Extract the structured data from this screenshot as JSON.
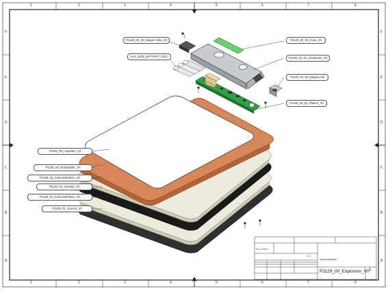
{
  "sheet": {
    "zones_top": [
      "1",
      "2",
      "3",
      "4",
      "5",
      "6",
      "7",
      "8"
    ],
    "zones_side": [
      "A",
      "B",
      "C",
      "D",
      "E",
      "F"
    ]
  },
  "callouts": {
    "kappe_akku": "P1129_02_03_Kappe-Akku_V0",
    "battery": "AAA_SIZE_BATTERY_CELL",
    "folie": "P1129_02_02_Folie_V0",
    "gehaeuse": "P1129_02_01_Gehaeuse_V0",
    "kappe_usb": "P1129_02_03_Kappe-Usb",
    "platine": "P1129_02_01_Platine_V0",
    "logofolie": "P1129_05_Logofolie_V0",
    "druckplatte": "P1129_04_Druckplatte_V0",
    "inductive_1": "P1129_03_InductiveFabric_V0",
    "velostat": "P1129_02_Velostat_V0",
    "inductive_2": "P1129_03_InductiveFabric_V0",
    "gummi": "P1129_01_Gummi_V0"
  },
  "title_block": {
    "drawing_name": "P1129_00_Explosion_V0",
    "sheet_no": "1",
    "subtitle": "Synoedeyfishi",
    "scale": "1:1",
    "material_note": "VA: 1:7kt1 m"
  },
  "colors": {
    "border": "#222222",
    "pcb": "#2f9e44",
    "wood": "#d7875a",
    "fabric_cream": "#efebdc",
    "fabric_dark": "#1a1a1a",
    "rubber": "#2a2a2a",
    "foil": "#6ccf74",
    "housing": "#c8ccd0"
  }
}
